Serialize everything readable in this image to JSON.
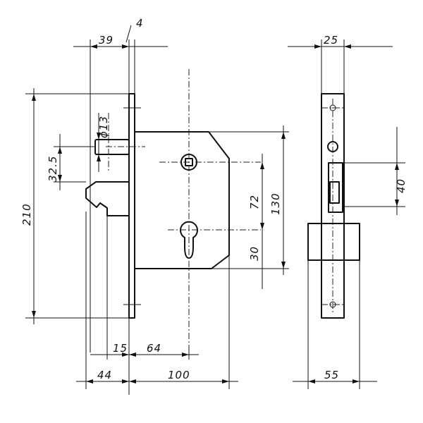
{
  "drawing": {
    "dimensions": {
      "faceplate_thickness": "4",
      "backset_top": "39",
      "front_width": "25",
      "bolt_diameter": "ϕ13",
      "bolt_offset": "32.5",
      "overall_height": "210",
      "key_spacing": "72",
      "case_height": "130",
      "cylinder_offset": "30",
      "latch_height": "40",
      "offset_15": "15",
      "center_64": "64",
      "projection_44": "44",
      "case_width_100": "100",
      "depth_55": "55"
    }
  }
}
